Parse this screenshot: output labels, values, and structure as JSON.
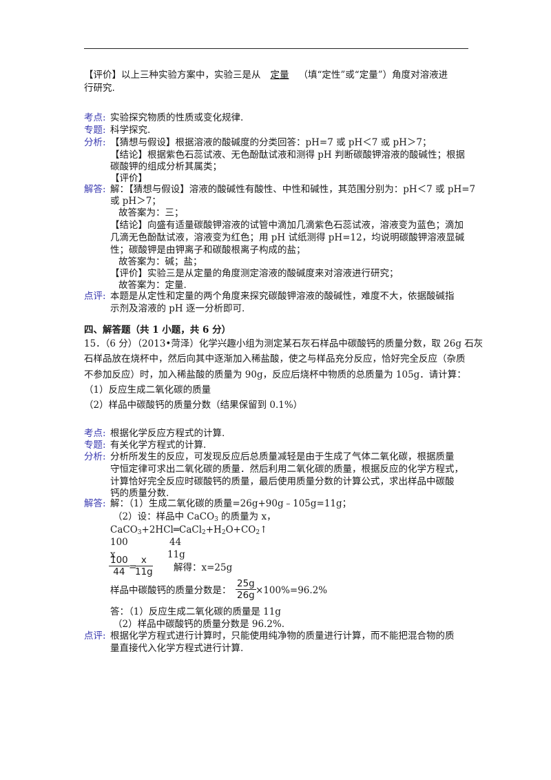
{
  "eval_intro": {
    "prefix": "【评价】以上三种实验方案中，实验三是从",
    "blank": "定量",
    "suffix": "（填“定性”或“定量”）角度对溶液进",
    "line2": "行研究."
  },
  "q14": {
    "kaodian_label": "考点:",
    "kaodian": "实验探究物质的性质或变化规律.",
    "zhuanti_label": "专题:",
    "zhuanti": "科学探究.",
    "fenxi_label": "分析:",
    "fenxi": [
      "【猜想与假设】根据溶液的酸碱度的分类回答：pH=7 或 pH＜7 或 pH＞7；",
      "【结论】根据紫色石蕊试液、无色酚酞试液和测得 pH 判断碳酸钾溶液的酸碱性；根据",
      "碳酸钾的组成分析其属类；",
      "【评价】"
    ],
    "jieda_label": "解答:",
    "jieda": [
      "解：【猜想与假设】溶液的酸碱性有酸性、中性和碱性，其范围分别为：pH＜7 或 pH=7",
      "或 pH＞7；",
      "故答案为：三；",
      "【结论】向盛有适量碳酸钾溶液的试管中滴加几滴紫色石蕊试液，溶液变为蓝色；滴加",
      "几滴无色酚酞试液，溶液变为红色；用 pH 试纸测得 pH=12，均说明碳酸钾溶液显碱",
      "性；碳酸钾是由钾离子和碳酸根离子构成的盐；",
      "故答案为：碱；盐；",
      "【评价】实验三是从定量的角度测定溶液的酸碱度来对溶液进行研究；",
      "故答案为：定量."
    ],
    "dianping_label": "点评:",
    "dianping": [
      "本题是从定性和定量的两个角度来探究碳酸钾溶液的酸碱性，难度不大，依据酸碱指",
      "示剂及溶液的 pH 逐一分析即可."
    ]
  },
  "section4": {
    "heading": "四、解答题（共 1 小题，共 6 分）",
    "stem": [
      "15．（6 分）（2013•菏泽）化学兴趣小组为测定某石灰石样品中碳酸钙的质量分数，取 26g 石灰",
      "石样品放在烧杯中，然后向其中逐渐加入稀盐酸，使之与样品充分反应，恰好完全反应（杂质",
      "不参加反应）时，加入稀盐酸的质量为 90g，反应后烧杯中物质的总质量为 105g．请计算：",
      "（1）反应生成二氧化碳的质量",
      "（2）样品中碳酸钙的质量分数（结果保留到 0.1%）"
    ]
  },
  "q15": {
    "kaodian_label": "考点:",
    "kaodian": "根据化学反应方程式的计算.",
    "zhuanti_label": "专题:",
    "zhuanti": "有关化学方程式的计算.",
    "fenxi_label": "分析:",
    "fenxi": [
      "分析所发生的反应，可发现反应后总质量减轻是由于生成了气体二氧化碳，根据质量",
      "守恒定律可求出二氧化碳的质量．然后利用二氧化碳的质量，根据反应的化学方程式，",
      "计算恰好完全反应时碳酸钙的质量，最后使用质量分数的计算公式，求出样品中碳酸",
      "钙的质量分数."
    ],
    "jieda_label": "解答:",
    "step1": "解：（1）生成二氧化碳的质量=26g+90g﹣105g=11g；",
    "step2_pre": "（2）设：样品中 CaCO",
    "step2_sub": "3",
    "step2_post": " 的质量为 x，",
    "eq": {
      "p1": "CaCO",
      "s1": "3",
      "p2": "+2HCl",
      "arrow": "═",
      "p3": "CaCl",
      "s2": "2",
      "p4": "+H",
      "s3": "2",
      "p5": "O+CO",
      "s4": "2",
      "p6": "↑"
    },
    "m1": "100",
    "m2": "44",
    "x1": "x",
    "x2": "11g",
    "frac1_num": "100",
    "frac1_den": "44",
    "eqsign": "=",
    "frac2_num": "x",
    "frac2_den": "11g",
    "solve": "解得：x=25g",
    "pct_pre": "样品中碳酸钙的质量分数是：",
    "frac3_num": "25g",
    "frac3_den": "26g",
    "pct_post": "×100%=96.2%",
    "ans1": "答：（1）反应生成二氧化碳的质量是 11g",
    "ans2": "（2）样品中碳酸钙的质量分数是 96.2%.",
    "dianping_label": "点评:",
    "dianping": [
      "根据化学方程式进行计算时，只能使用纯净物的质量进行计算，而不能把混合物的质",
      "量直接代入化学方程式进行计算."
    ]
  }
}
